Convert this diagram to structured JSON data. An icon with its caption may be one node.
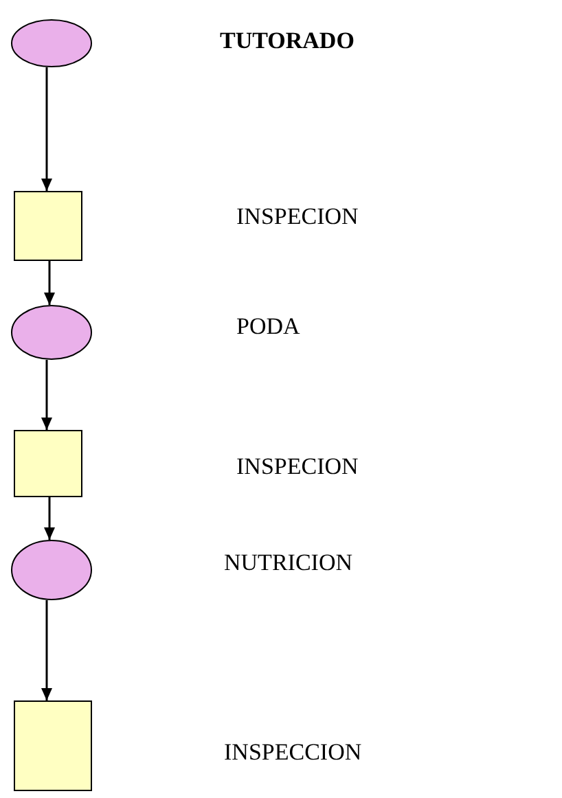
{
  "diagram": {
    "nodes": [
      {
        "text": [],
        "shape": "ellipse"
      },
      {
        "text": [],
        "shape": "box"
      },
      {
        "text": [],
        "shape": "ellipse"
      },
      {
        "text": [],
        "shape": "box"
      },
      {
        "text": [],
        "shape": "ellipse"
      },
      {
        "text": [],
        "shape": "box"
      }
    ],
    "edges": [
      {
        "from": 0,
        "to": 1,
        "arrow": "to"
      },
      {
        "from": 1,
        "to": 2,
        "arrow": "to"
      },
      {
        "from": 2,
        "to": 3,
        "arrow": "to"
      },
      {
        "from": 3,
        "to": 4,
        "arrow": "to"
      },
      {
        "from": 4,
        "to": 5,
        "arrow": "to"
      }
    ],
    "labels": [
      "TUTORADO",
      "INSPECION",
      "PODA",
      "INSPECION",
      "NUTRICION",
      "INSPECCION"
    ]
  }
}
